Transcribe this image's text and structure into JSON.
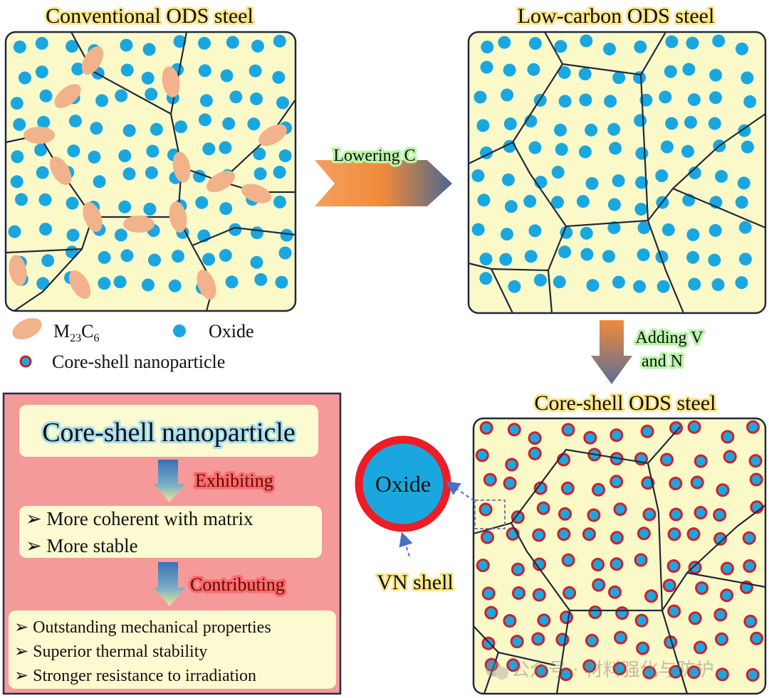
{
  "panels": {
    "conventional": {
      "title": "Conventional ODS steel"
    },
    "low_carbon": {
      "title": "Low-carbon ODS steel"
    },
    "core_shell": {
      "title": "Core-shell ODS steel"
    }
  },
  "legend": {
    "carbide": {
      "main": "M",
      "sub1": "23",
      "mid": "C",
      "sub2": "6"
    },
    "oxide": "Oxide",
    "core_shell": "Core-shell nanoparticle"
  },
  "arrows": {
    "lowering": "Lowering C",
    "adding_line1": "Adding V",
    "adding_line2": "and N"
  },
  "zoom_detail": {
    "core": "Oxide",
    "shell": "VN shell"
  },
  "summary": {
    "title": "Core-shell nanoparticle",
    "step1": "Exhibiting",
    "props": [
      "More coherent with matrix",
      "More stable"
    ],
    "step2": "Contributing",
    "benefits": [
      "Outstanding mechanical properties",
      "Superior thermal stability",
      "Stronger resistance to irradiation"
    ]
  },
  "watermark": "公众号 · 材料强化与防护",
  "colors": {
    "matrix": "#fcf9c8",
    "oxide": "#1aa7e0",
    "shell": "#d0202a",
    "carbide": "#f2b28c",
    "summary_bg": "#f59a9a"
  }
}
